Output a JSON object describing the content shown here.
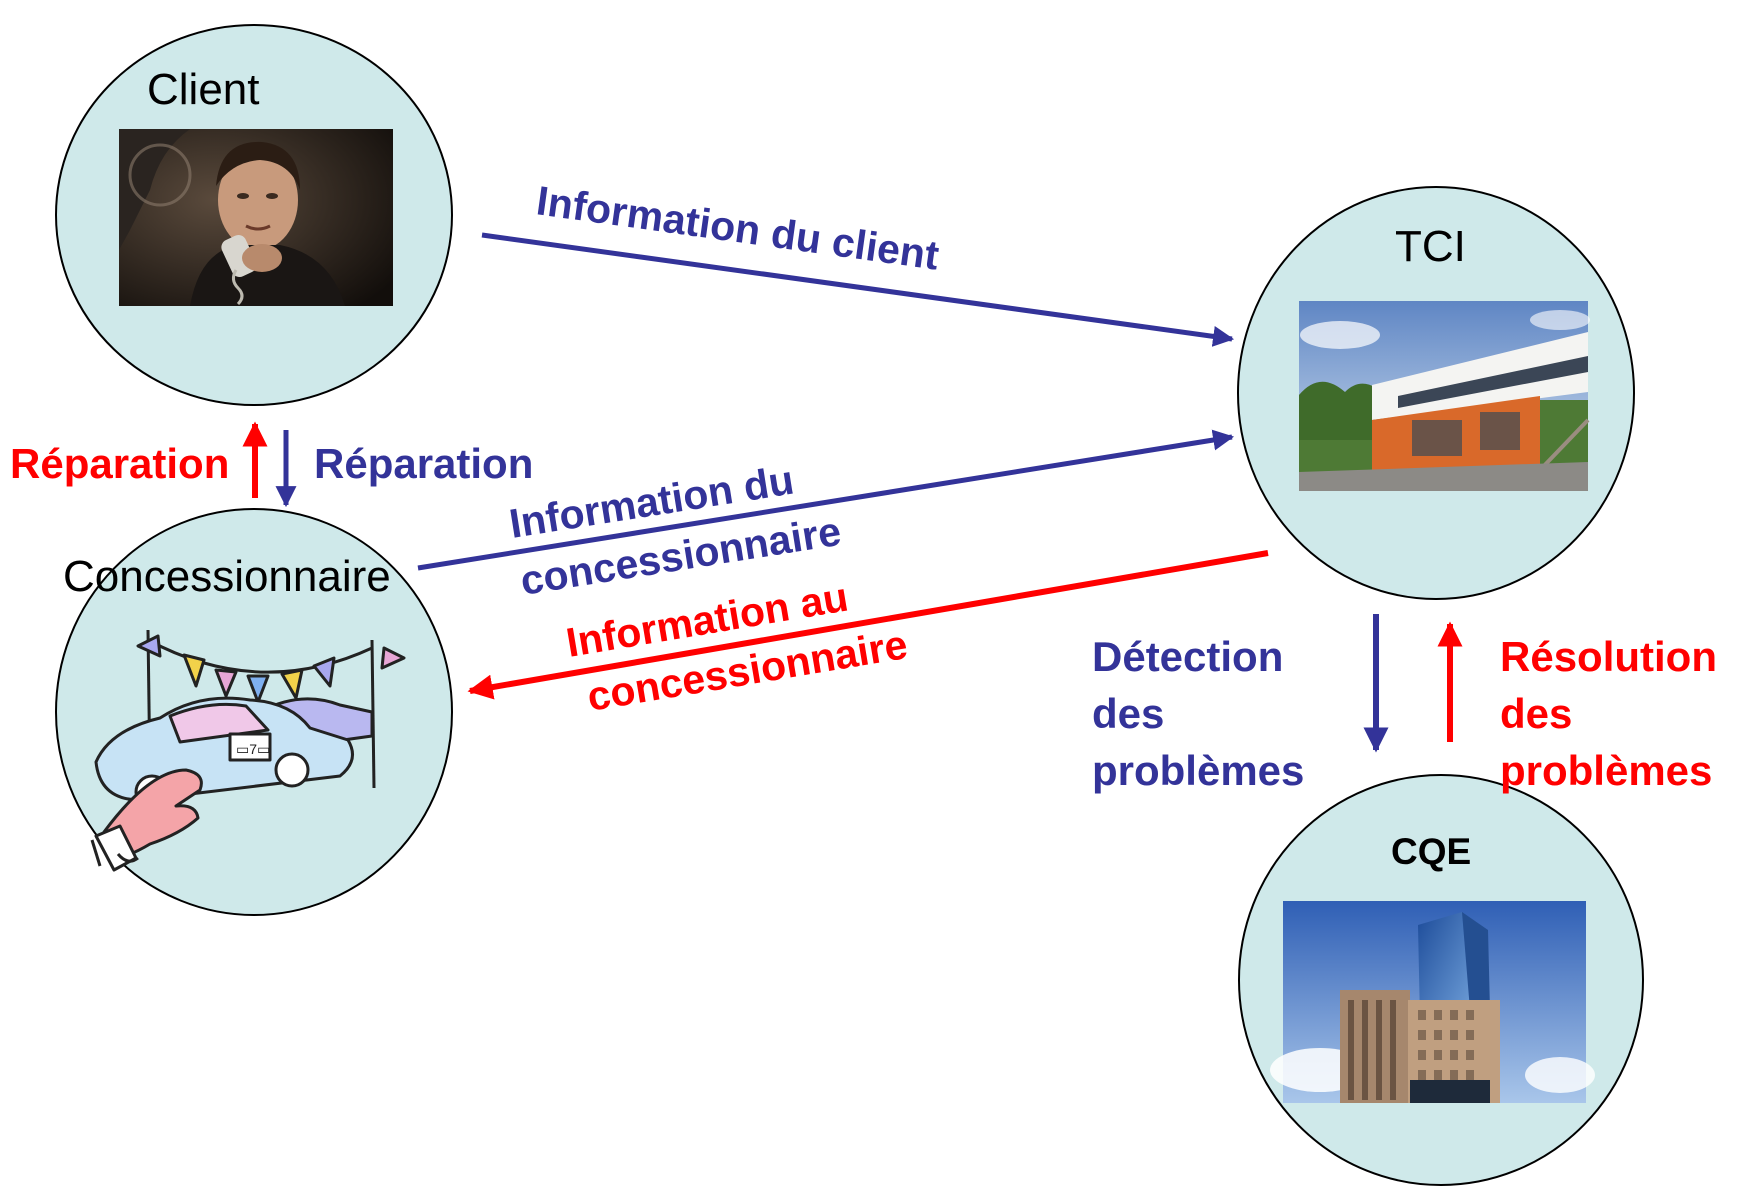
{
  "colors": {
    "node_fill": "#cfe9ea",
    "blue": "#333399",
    "red": "#ff0000"
  },
  "nodes": {
    "client": {
      "label": "Client",
      "picture": "man-on-phone-photo"
    },
    "tci": {
      "label": "TCI",
      "picture": "modern-building-photo"
    },
    "concessionnaire": {
      "label": "Concessionnaire",
      "picture": "car-dealership-clipart"
    },
    "cqe": {
      "label": "CQE",
      "picture": "office-tower-photo"
    }
  },
  "arrows": {
    "client_to_tci": {
      "label": "Information du client"
    },
    "dealer_to_tci": {
      "line1": "Information du",
      "line2": "concessionnaire"
    },
    "tci_to_dealer": {
      "line1": "Information au",
      "line2": "concessionnaire"
    },
    "reparation_up": {
      "label": "Réparation"
    },
    "reparation_down": {
      "label": "Réparation"
    },
    "detection": {
      "line1": "Détection",
      "line2": "des",
      "line3": "problèmes"
    },
    "resolution": {
      "line1": "Résolution",
      "line2": "des",
      "line3": "problèmes"
    }
  }
}
